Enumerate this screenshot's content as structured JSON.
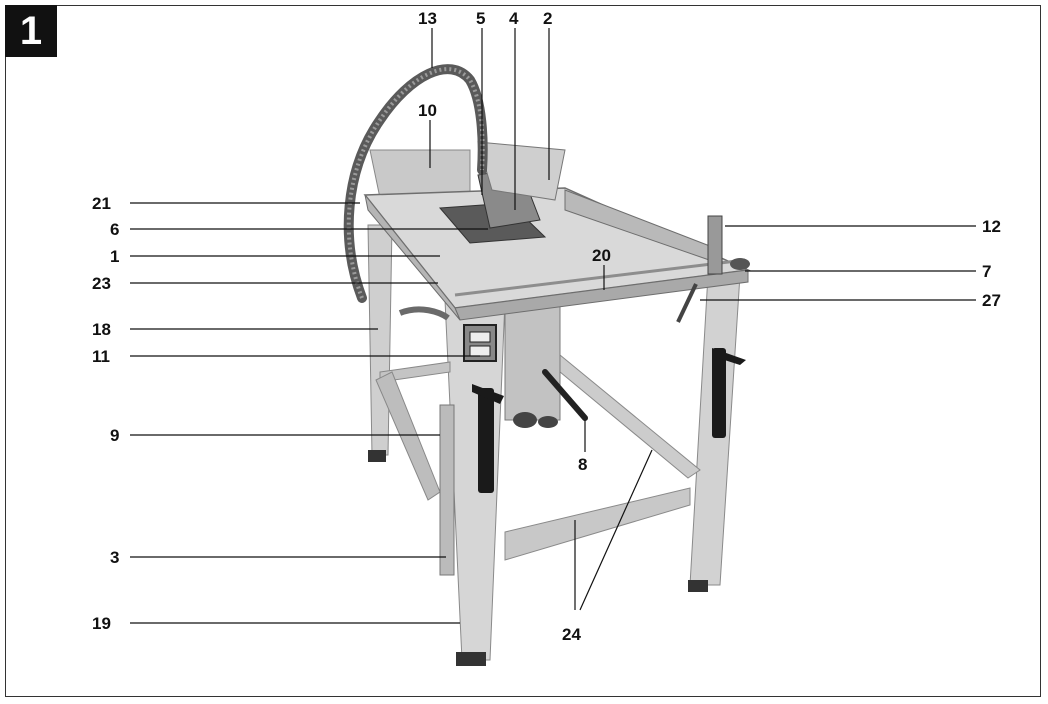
{
  "figure": {
    "number": "1"
  },
  "callouts": {
    "n13": "13",
    "n5": "5",
    "n4": "4",
    "n2": "2",
    "n10": "10",
    "n21": "21",
    "n6": "6",
    "n1": "1",
    "n23": "23",
    "n18": "18",
    "n11": "11",
    "n9": "9",
    "n3": "3",
    "n19": "19",
    "n20": "20",
    "n12": "12",
    "n7": "7",
    "n27": "27",
    "n8": "8",
    "n24": "24"
  }
}
